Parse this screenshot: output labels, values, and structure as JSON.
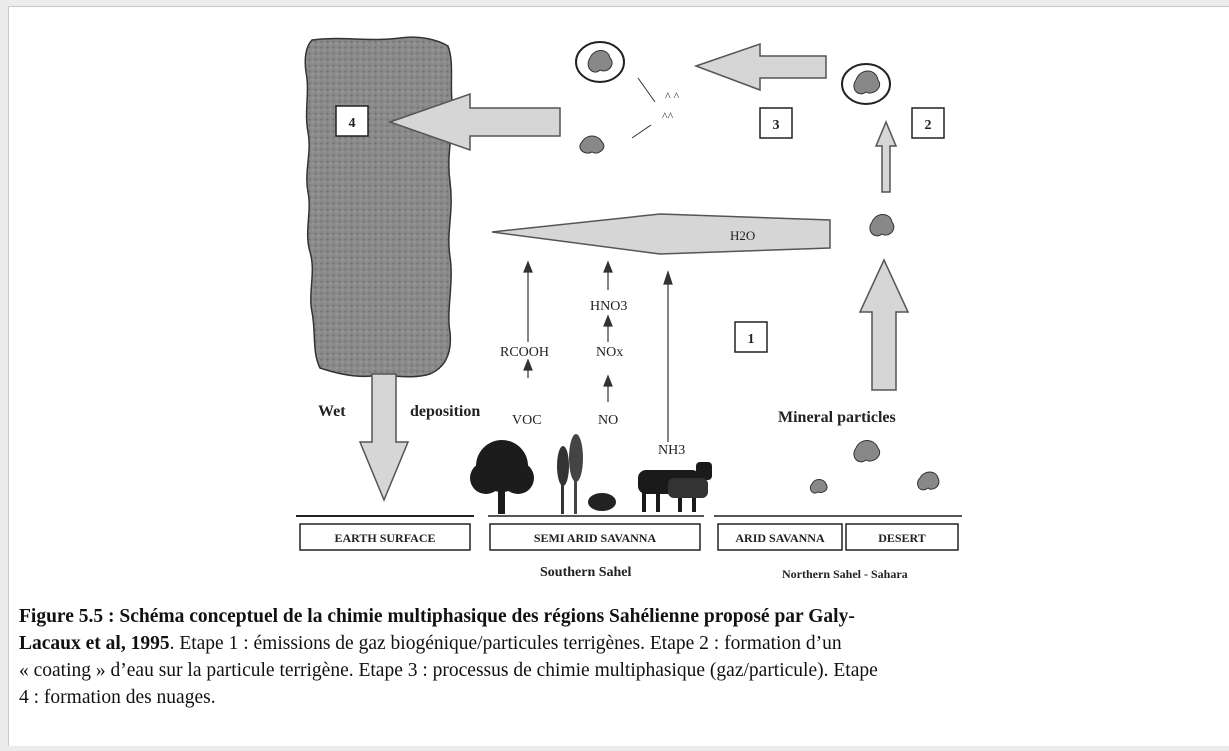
{
  "diagram": {
    "step_labels": [
      "1",
      "2",
      "3",
      "4"
    ],
    "chemistry": {
      "h2o": "H2O",
      "hno3": "HNO3",
      "rcooh": "RCOOH",
      "nox": "NOx",
      "voc": "VOC",
      "no": "NO",
      "nh3": "NH3"
    },
    "wet_label": "Wet",
    "deposition_label": "deposition",
    "mineral_particles_label": "Mineral particles",
    "surfaces": [
      "EARTH SURFACE",
      "SEMI ARID SAVANNA",
      "ARID SAVANNA",
      "DESERT"
    ],
    "regions": {
      "south": "Southern Sahel",
      "north": "Northern Sahel - Sahara"
    }
  },
  "caption": {
    "bold_1": "Figure 5.5 : Schéma conceptuel de la chimie multiphasique des régions Sahélienne proposé par Galy-",
    "bold_2": "Lacaux et al, 1995",
    "line2_rest": ". Etape 1 : émissions de gaz biogénique/particules terrigènes. Etape 2 : formation d’un",
    "line3": "« coating » d’eau sur la particule terrigène. Etape 3 : processus de chimie multiphasique (gaz/particule). Etape",
    "line4": "4 : formation des nuages."
  }
}
